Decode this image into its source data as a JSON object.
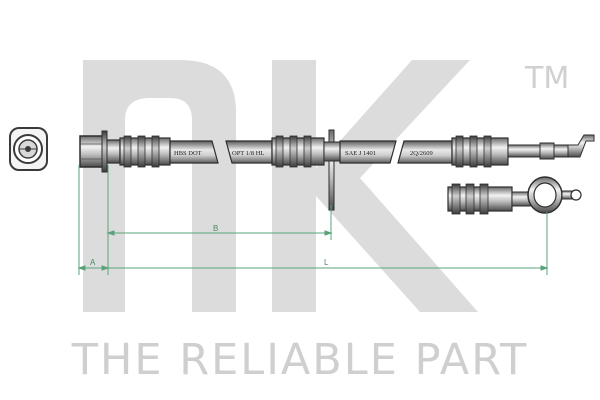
{
  "logo": {
    "mark": "nk",
    "trademark": "TM",
    "tagline": "THE RELIABLE PART",
    "watermark_color": "#d9d9d9"
  },
  "hose_markings": [
    "HBS DOT",
    "OPT 1/8 HL",
    "SAE J 1401",
    "2Q/2609"
  ],
  "dimensions": {
    "a_label": "A",
    "b_label": "B",
    "l_label": "L",
    "line_color": "#5aa37a"
  },
  "colors": {
    "metal_dark": "#3a3a3a",
    "metal_mid": "#8a8a8a",
    "metal_light": "#e4e4e4"
  }
}
